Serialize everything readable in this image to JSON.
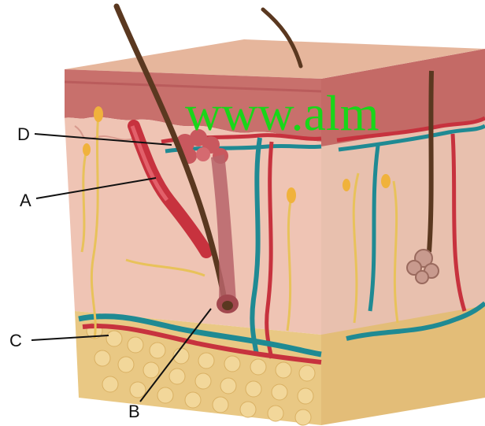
{
  "labels": {
    "a": "A",
    "b": "B",
    "c": "C",
    "d": "D"
  },
  "watermark": "www.alm",
  "colors": {
    "background": "#ffffff",
    "epidermis": "#c8706c",
    "epidermis_top": "#e6b69c",
    "dermis": "#efc4b4",
    "dermis_right": "#e8c0ae",
    "hypodermis": "#e9c884",
    "hair": "#5a3820",
    "artery": "#c7323e",
    "vein": "#1f8a93",
    "nerve": "#e8c25a",
    "watermark": "#19d619",
    "leader_line": "#111111"
  }
}
